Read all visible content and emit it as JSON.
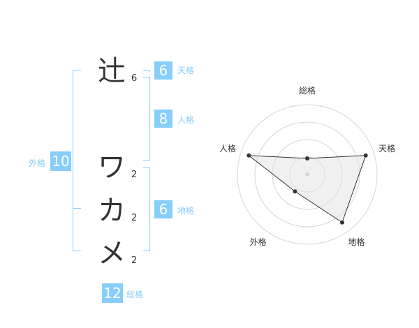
{
  "name_chars": [
    {
      "char": "辻",
      "strokes": "6"
    },
    {
      "char": "ワ",
      "strokes": "2"
    },
    {
      "char": "カ",
      "strokes": "2"
    },
    {
      "char": "メ",
      "strokes": "2"
    }
  ],
  "kakusu": {
    "tenkaku": {
      "label": "天格",
      "value": "6"
    },
    "jinkaku": {
      "label": "人格",
      "value": "8"
    },
    "chikaku": {
      "label": "地格",
      "value": "6"
    },
    "gaikaku": {
      "label": "外格",
      "value": "10"
    },
    "soukaku": {
      "label": "総格",
      "value": "12"
    }
  },
  "colors": {
    "accent": "#87cefa",
    "text": "#333333",
    "grid": "#d6d6d6"
  },
  "chart_data": {
    "type": "radar",
    "axes": [
      "総格",
      "天格",
      "地格",
      "外格",
      "人格"
    ],
    "values": [
      0.23,
      0.88,
      0.85,
      0.3,
      0.88
    ],
    "rlim": [
      0,
      1
    ],
    "rings": 4,
    "grid": true
  }
}
